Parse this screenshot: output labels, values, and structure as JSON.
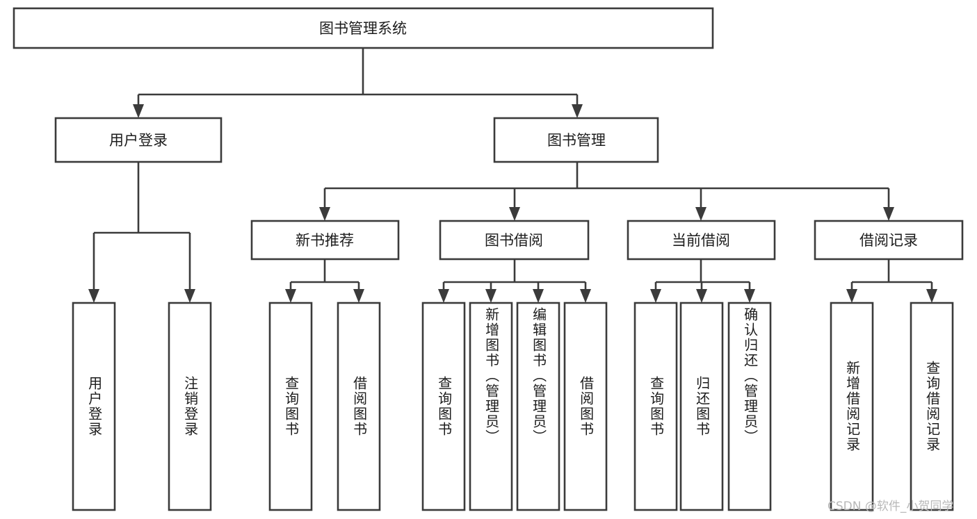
{
  "diagram": {
    "title_node": {
      "label": "图书管理系统"
    },
    "level2": [
      {
        "id": "user-login",
        "label": "用户登录"
      },
      {
        "id": "book-management",
        "label": "图书管理"
      }
    ],
    "level3": [
      {
        "id": "new-book-recommend",
        "label": "新书推荐"
      },
      {
        "id": "book-borrow",
        "label": "图书借阅"
      },
      {
        "id": "current-borrow",
        "label": "当前借阅"
      },
      {
        "id": "borrow-record",
        "label": "借阅记录"
      }
    ],
    "leaves": {
      "user_login": [
        {
          "id": "leaf-user-login",
          "label": "用户登录"
        },
        {
          "id": "leaf-logout",
          "label": "注销登录"
        }
      ],
      "new_book_recommend": [
        {
          "id": "leaf-query-book-1",
          "label": "查询图书"
        },
        {
          "id": "leaf-borrow-book-1",
          "label": "借阅图书"
        }
      ],
      "book_borrow": [
        {
          "id": "leaf-query-book-2",
          "label": "查询图书"
        },
        {
          "id": "leaf-add-book",
          "label": "新增图书（管理员）"
        },
        {
          "id": "leaf-edit-book",
          "label": "编辑图书（管理员）"
        },
        {
          "id": "leaf-borrow-book-2",
          "label": "借阅图书"
        }
      ],
      "current_borrow": [
        {
          "id": "leaf-query-book-3",
          "label": "查询图书"
        },
        {
          "id": "leaf-return-book",
          "label": "归还图书"
        },
        {
          "id": "leaf-confirm-return",
          "label": "确认归还（管理员）"
        }
      ],
      "borrow_record": [
        {
          "id": "leaf-add-record",
          "label": "新增借阅记录"
        },
        {
          "id": "leaf-query-record",
          "label": "查询借阅记录"
        }
      ]
    }
  },
  "watermark": {
    "text": "CSDN @软件_小贺同学"
  },
  "colors": {
    "stroke": "#3b3b3b",
    "fill": "#ffffff",
    "text": "#1c1c1c",
    "watermark": "#b8b8b8"
  }
}
